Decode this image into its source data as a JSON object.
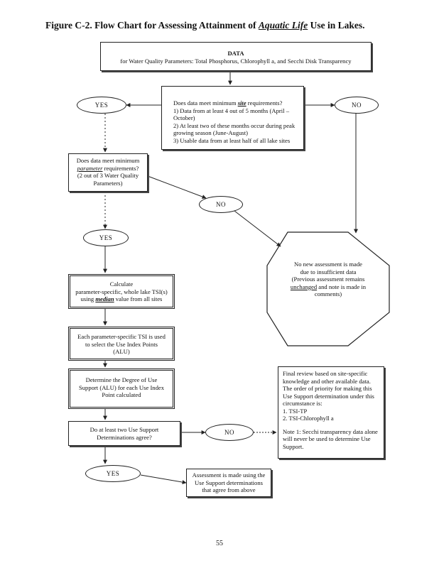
{
  "title": {
    "prefix": "Figure C-2. Flow Chart for Assessing Attainment of ",
    "emphasis": "Aquatic Life",
    "suffix": " Use in Lakes."
  },
  "data_box": {
    "heading": "DATA",
    "subheading": "for Water Quality Parameters: Total Phosphorus, Chlorophyll a, and Secchi Disk Transparency"
  },
  "site_box": {
    "question_prefix": "Does data meet minimum ",
    "question_em": "site",
    "question_suffix": " requirements?",
    "items": [
      "1) Data from at least 4 out of 5 months (April – October)",
      "2) At least two of these months occur during peak growing season (June-August)",
      "3) Usable data from at least half of all lake sites"
    ]
  },
  "param_box": {
    "line1": "Does data meet minimum",
    "em": "parameter",
    "line2": " requirements?",
    "line3": "(2 out of 3 Water Quality Parameters)"
  },
  "ovals": {
    "yes1": "YES",
    "no1": "NO",
    "no2": "NO",
    "yes2": "YES",
    "no3": "NO",
    "yes3": "YES"
  },
  "octagon": {
    "lines": [
      "No new assessment is made",
      "due to insufficient data"
    ],
    "paren_prefix": "(Previous assessment remains ",
    "paren_em": "unchanged",
    "paren_suffix": " and note is made in comments)"
  },
  "calc_box": {
    "line1": "Calculate",
    "line2": "parameter-specific, whole lake TSI(s)",
    "line3_prefix": "using ",
    "line3_em": "median",
    "line3_suffix": " value from all sites"
  },
  "tsi_box": {
    "text": "Each parameter-specific TSI is used to select the Use Index Points (ALU)"
  },
  "degree_box": {
    "text": "Determine the Degree of Use Support (ALU) for each Use Index Point calculated"
  },
  "agree_box": {
    "text": "Do at least two Use Support Determinations agree?"
  },
  "note_box": {
    "intro": "Final review based on site-specific knowledge and other available data. The order of priority for making this Use Support determination under this circumstance is:",
    "list": [
      "1.  TSI-TP",
      "2.  TSI-Chlorophyll a"
    ],
    "note": "Note 1: Secchi transparency data alone will never be used to determine Use Support."
  },
  "assess_box": {
    "text": "Assessment is made using the Use Support determinations that agree from above"
  },
  "page_number": "55"
}
